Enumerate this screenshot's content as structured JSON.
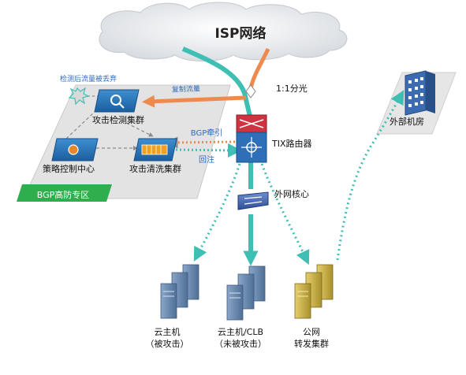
{
  "labels": {
    "isp": "ISP网络",
    "split": "1:1分光",
    "discard": "检测后流量被丢弃",
    "copy": "复制流量",
    "detect_cluster": "攻击检测集群",
    "policy_center": "策略控制中心",
    "clean_cluster": "攻击清洗集群",
    "bgp_zone": "BGP高防专区",
    "bgp_pull": "BGP牵引",
    "reinject": "回注",
    "tix_router": "TIX路由器",
    "ext_core": "外网核心",
    "ext_room": "外部机房",
    "host_attacked_1": "云主机",
    "host_attacked_2": "（被攻击）",
    "host_normal_1": "云主机/CLB",
    "host_normal_2": "（未被攻击）",
    "public_fwd_1": "公网",
    "public_fwd_2": "转发集群"
  },
  "colors": {
    "teal": "#3fbfb4",
    "orange": "#ef8a4f",
    "blue_text": "#2e6bb7",
    "zone_green": "#2fae4e",
    "router_red": "#cf3340",
    "router_blue": "#2f6fb8",
    "server_blue": "#6e8fb5",
    "server_gold": "#cdb44a"
  }
}
